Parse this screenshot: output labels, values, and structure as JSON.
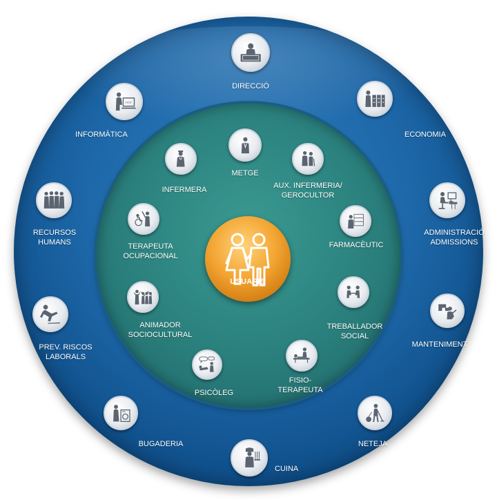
{
  "center": {
    "label": "USUARIS",
    "icon": "users-couple-icon"
  },
  "inner_ring": [
    {
      "key": "metge",
      "label": "METGE",
      "icon": "doctor-icon"
    },
    {
      "key": "aux-infermeria",
      "label": "AUX. INFERMERIA/\nGEROCULTOR",
      "icon": "caregiver-icon"
    },
    {
      "key": "farmaceutic",
      "label": "FARMACÈUTIC",
      "icon": "pharmacist-icon"
    },
    {
      "key": "treballador-social",
      "label": "TREBALLADOR\nSOCIAL",
      "icon": "social-worker-icon"
    },
    {
      "key": "fisioterapeuta",
      "label": "FISIO-\nTERAPEUTA",
      "icon": "physiotherapist-icon"
    },
    {
      "key": "psicoleg",
      "label": "PSICÒLEG",
      "icon": "psychologist-icon"
    },
    {
      "key": "animador",
      "label": "ANIMADOR\nSOCIOCULTURAL",
      "icon": "activity-group-icon"
    },
    {
      "key": "terapeuta-ocupacional",
      "label": "TERAPEUTA\nOCUPACIONAL",
      "icon": "wheelchair-therapy-icon"
    },
    {
      "key": "infermera",
      "label": "INFERMERA",
      "icon": "nurse-icon"
    }
  ],
  "outer_ring": [
    {
      "key": "direccio",
      "label": "DIRECCIÓ",
      "icon": "director-desk-icon"
    },
    {
      "key": "economia",
      "label": "ECONOMIA",
      "icon": "filing-cabinet-icon"
    },
    {
      "key": "administracio",
      "label": "ADMINISTRACIÓ\nADMISSIONS",
      "icon": "office-worker-icon"
    },
    {
      "key": "manteniment",
      "label": "MANTENIMENT",
      "icon": "plumber-icon"
    },
    {
      "key": "neteja",
      "label": "NETEJA",
      "icon": "cleaner-icon"
    },
    {
      "key": "cuina",
      "label": "CUINA",
      "icon": "cook-icon"
    },
    {
      "key": "bugaderia",
      "label": "BUGADERIA",
      "icon": "washing-machine-icon"
    },
    {
      "key": "prev-riscos",
      "label": "PREV. RISCOS\nLABORALS",
      "icon": "fall-hazard-icon"
    },
    {
      "key": "recursos-humans",
      "label": "RECURSOS\nHUMANS",
      "icon": "people-group-icon"
    },
    {
      "key": "informatica",
      "label": "INFORMÀTICA",
      "icon": "computer-technician-icon"
    }
  ],
  "colors": {
    "outer_ring": "#1d67a8",
    "inner_ring": "#2a7f7c",
    "center": "#f3a532",
    "node": "#e8ecf0",
    "label_text": "#ffffff"
  }
}
